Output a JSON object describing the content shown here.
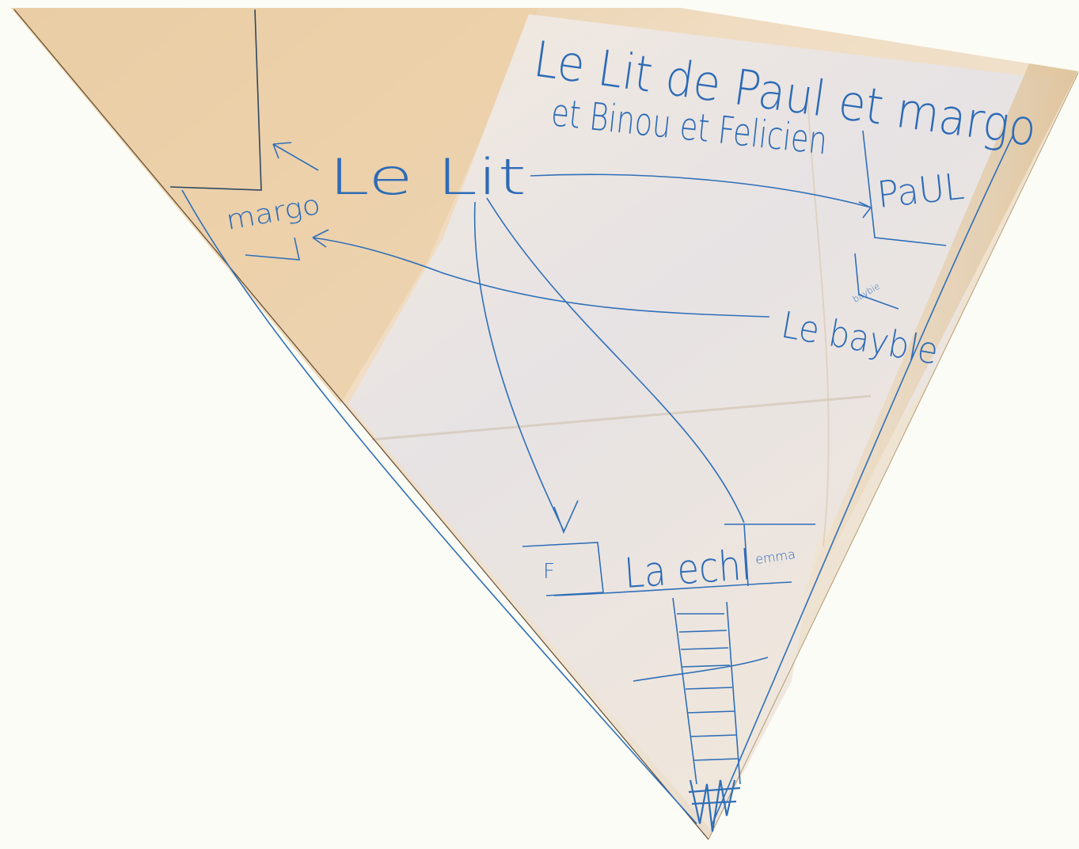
{
  "colors": {
    "background": "#fbfcf5",
    "paper_light": "#f4ede1",
    "paper_warm": "#e9cfa9",
    "paper_shadow": "#d9c2a0",
    "ink": "#2d6bb6",
    "fold_blue": "#cfd7e3"
  },
  "drawing": {
    "title_line1": "Le Lit de Paul et margo",
    "title_line2": "et Binou et Felicien",
    "label_le_lit": "Le Lit",
    "label_margo": "margo",
    "label_paul": "PaUL",
    "label_le_baybie": "Le bayble",
    "label_baybie_small": "baybie",
    "label_la_echelle": "La echl",
    "label_emma": "emma",
    "label_f": "F"
  }
}
